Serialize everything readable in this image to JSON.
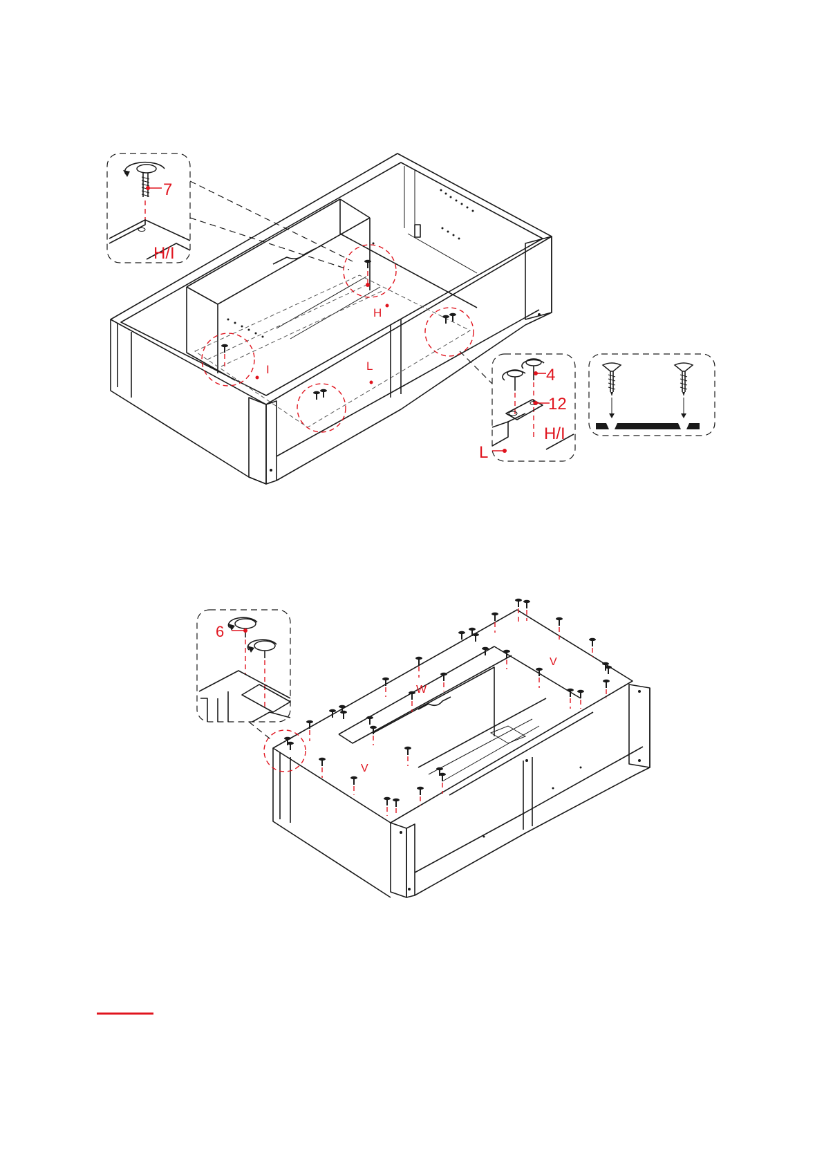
{
  "step1": {
    "detail_hardware_label": "7",
    "detail_panel_label": "H/I",
    "part_labels": [
      "H",
      "I",
      "L"
    ],
    "detail2_screw_label": "4",
    "detail2_cam_label": "12",
    "detail2_panel_label": "H/I",
    "detail2_part_label": "L"
  },
  "step2": {
    "detail_hardware_label": "6",
    "part_labels": [
      "W",
      "V",
      "V"
    ]
  },
  "colors": {
    "accent": "#e0141e",
    "line": "#1a1a1a"
  }
}
